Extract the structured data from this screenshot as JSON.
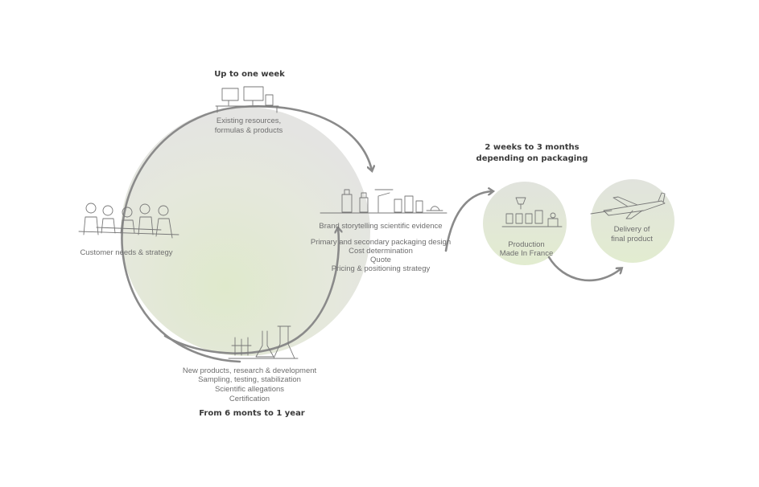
{
  "timings": {
    "top": "Up to one week",
    "production": "2 weeks to 3 months",
    "production_sub": "depending on packaging",
    "bottom": "From 6 monts to 1 year"
  },
  "nodes": {
    "existing": [
      "Existing resources,",
      "formulas & products"
    ],
    "customer": "Customer needs & strategy",
    "brand": "Brand storytelling scientific evidence",
    "brand_details": [
      "Primary and secondary packaging design",
      "Cost determination",
      "Quote",
      "Pricing & positioning strategy"
    ],
    "rnd": [
      "New products, research & development",
      "Sampling, testing, stabilization",
      "Scientific allegations",
      "Certification"
    ],
    "production": [
      "Production",
      "Made In France"
    ],
    "delivery": [
      "Delivery of",
      "final product"
    ]
  },
  "icons": {
    "existing": "computer-workstations-icon",
    "customer": "meeting-people-icon",
    "brand": "bottles-products-icon",
    "rnd": "lab-flasks-icon",
    "production": "factory-production-line-icon",
    "delivery": "airplane-icon"
  },
  "colors": {
    "circle_fill_top": "#e4e4e2",
    "circle_fill_bottom": "#dfe9cc",
    "arrow": "#8a8a8a",
    "text": "#6e6e6e",
    "heading": "#3a3a3a"
  }
}
